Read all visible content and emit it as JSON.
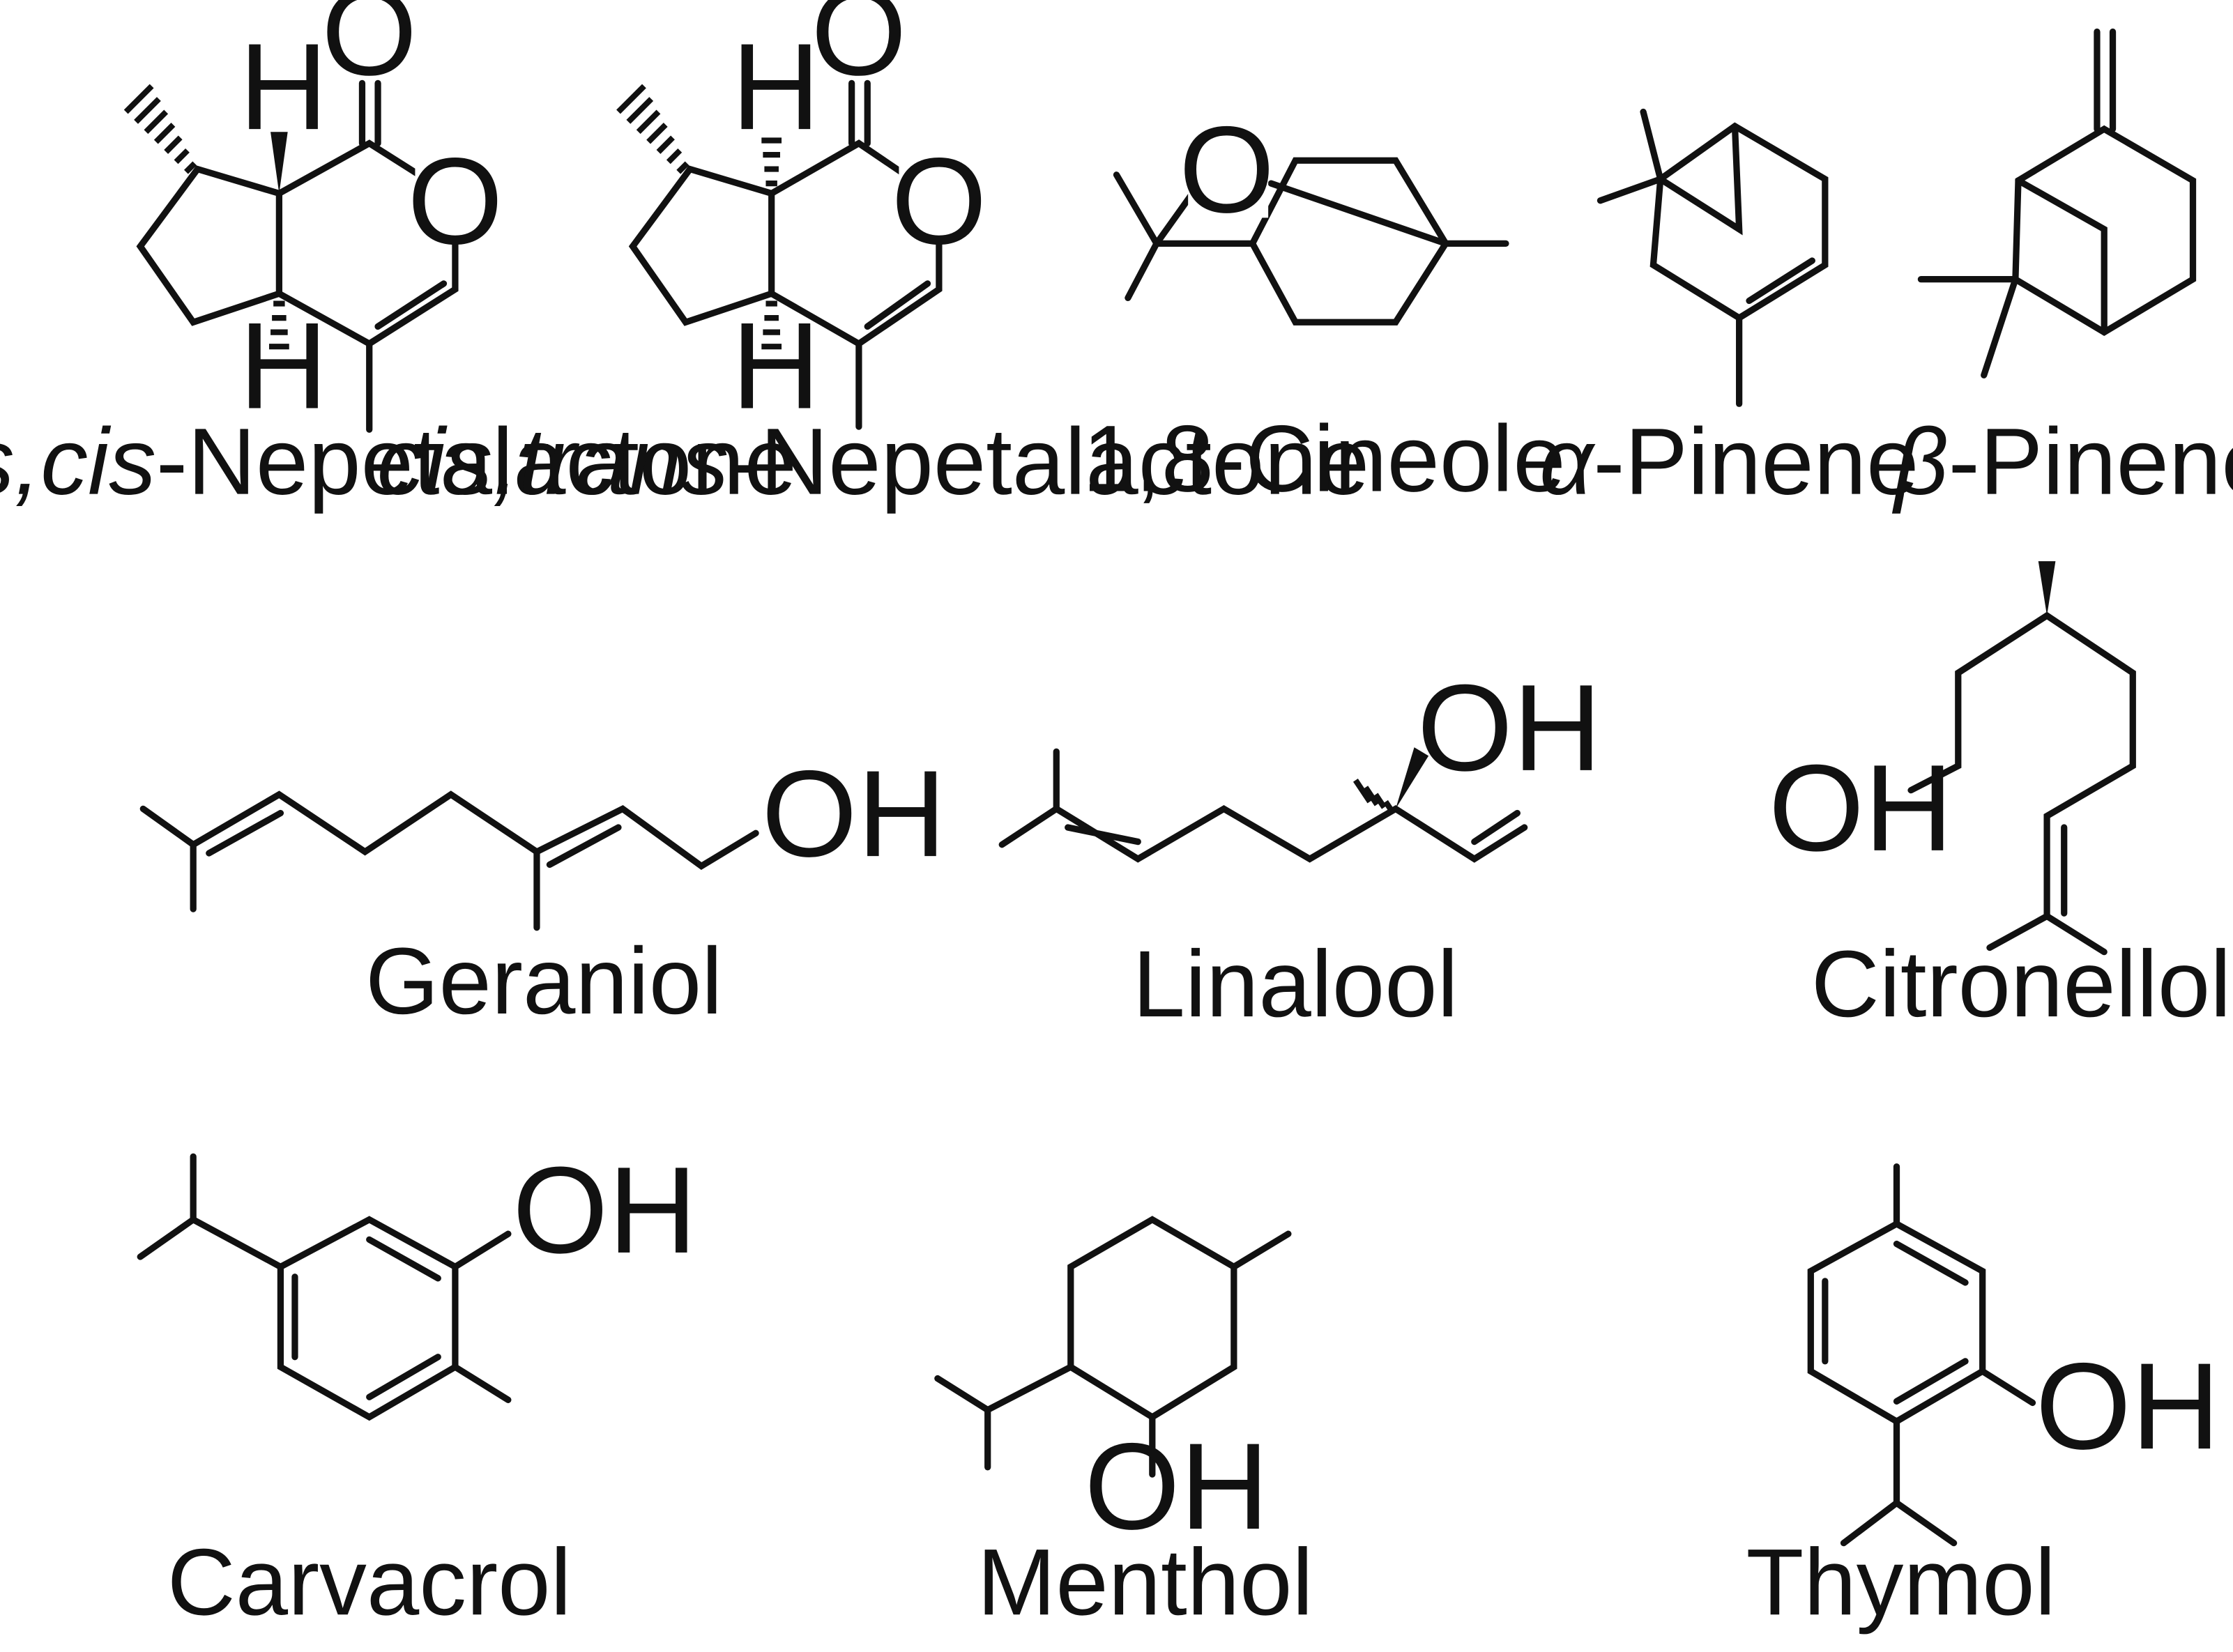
{
  "accent_color": "#111111",
  "background_color": "#ffffff",
  "molecules": [
    {
      "id": "trans-cis-nepetalactone",
      "label_prefix": "trans,cis",
      "label_rest": "-Nepetalactone",
      "atoms": [
        "O",
        "O",
        "H",
        "H"
      ]
    },
    {
      "id": "cis-trans-nepetalactone",
      "label_prefix": "cis,trans",
      "label_rest": "-Nepetalactone",
      "atoms": [
        "O",
        "O",
        "H",
        "H"
      ]
    },
    {
      "id": "cineole",
      "label": "1,8-Cineole",
      "atoms": [
        "O"
      ]
    },
    {
      "id": "alpha-pinene",
      "label_prefix": "α",
      "label_rest": "-Pinene"
    },
    {
      "id": "beta-pinene",
      "label_prefix": "β",
      "label_rest": "-Pinene"
    },
    {
      "id": "geraniol",
      "label": "Geraniol",
      "atoms": [
        "OH"
      ]
    },
    {
      "id": "linalool",
      "label": "Linalool",
      "atoms": [
        "OH"
      ]
    },
    {
      "id": "citronellol",
      "label": "Citronellol",
      "atoms": [
        "OH"
      ]
    },
    {
      "id": "carvacrol",
      "label": "Carvacrol",
      "atoms": [
        "OH"
      ]
    },
    {
      "id": "menthol",
      "label": "Menthol",
      "atoms": [
        "OH"
      ]
    },
    {
      "id": "thymol",
      "label": "Thymol",
      "atoms": [
        "OH"
      ]
    }
  ]
}
